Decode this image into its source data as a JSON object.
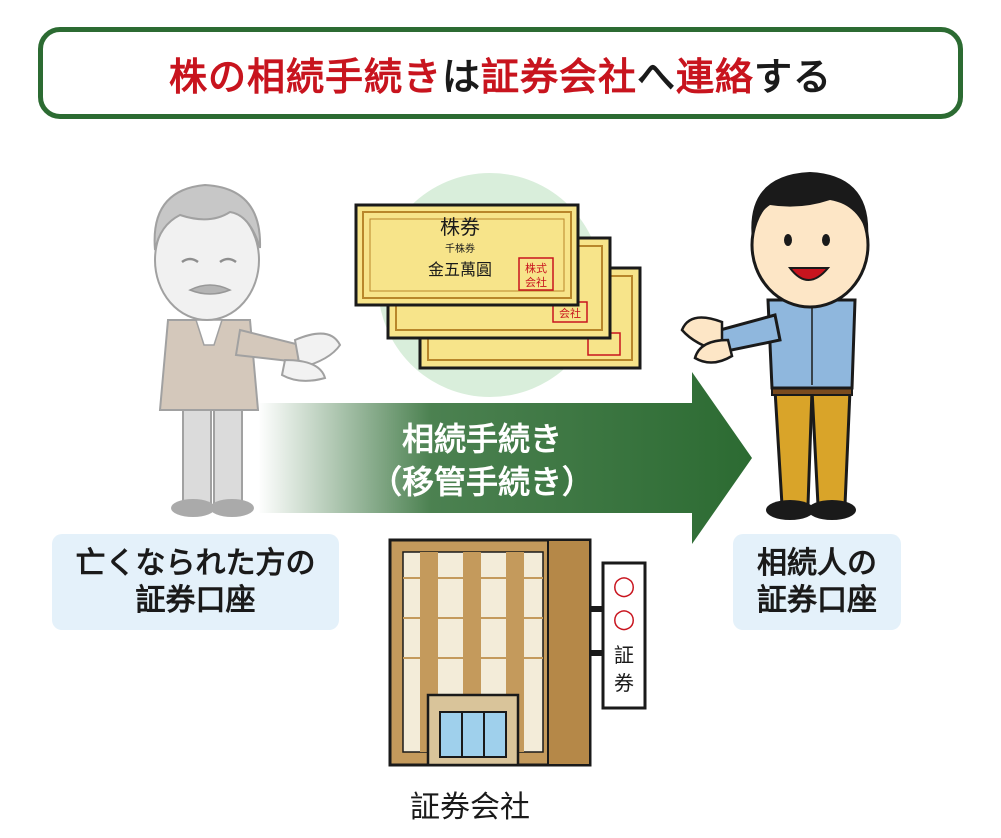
{
  "title": {
    "part1": "株の相続手続き",
    "part2": "は",
    "part3": "証券会社",
    "part4": "へ",
    "part5": "連絡",
    "part6": "する"
  },
  "arrow": {
    "line1": "相続手続き",
    "line2": "（移管手続き）"
  },
  "certificate": {
    "heading": "株券",
    "sub": "千株券",
    "amount": "金五萬圓",
    "seal_top": "株式",
    "seal_bottom": "会社",
    "back_seal": "会社"
  },
  "deceased_label": {
    "line1": "亡くなられた方の",
    "line2": "証券口座"
  },
  "heir_label": {
    "line1": "相続人の",
    "line2": "証券口座"
  },
  "company": {
    "label": "証券会社",
    "sign_circle1": "○",
    "sign_circle2": "○",
    "sign_char1": "証",
    "sign_char2": "券"
  },
  "colors": {
    "title_border": "#2c6b32",
    "title_accent": "#c8141e",
    "arrow": "#2c6b32",
    "label_bg": "#e4f1fa",
    "certificate": "#f7e48a",
    "building": "#c49a5c"
  }
}
